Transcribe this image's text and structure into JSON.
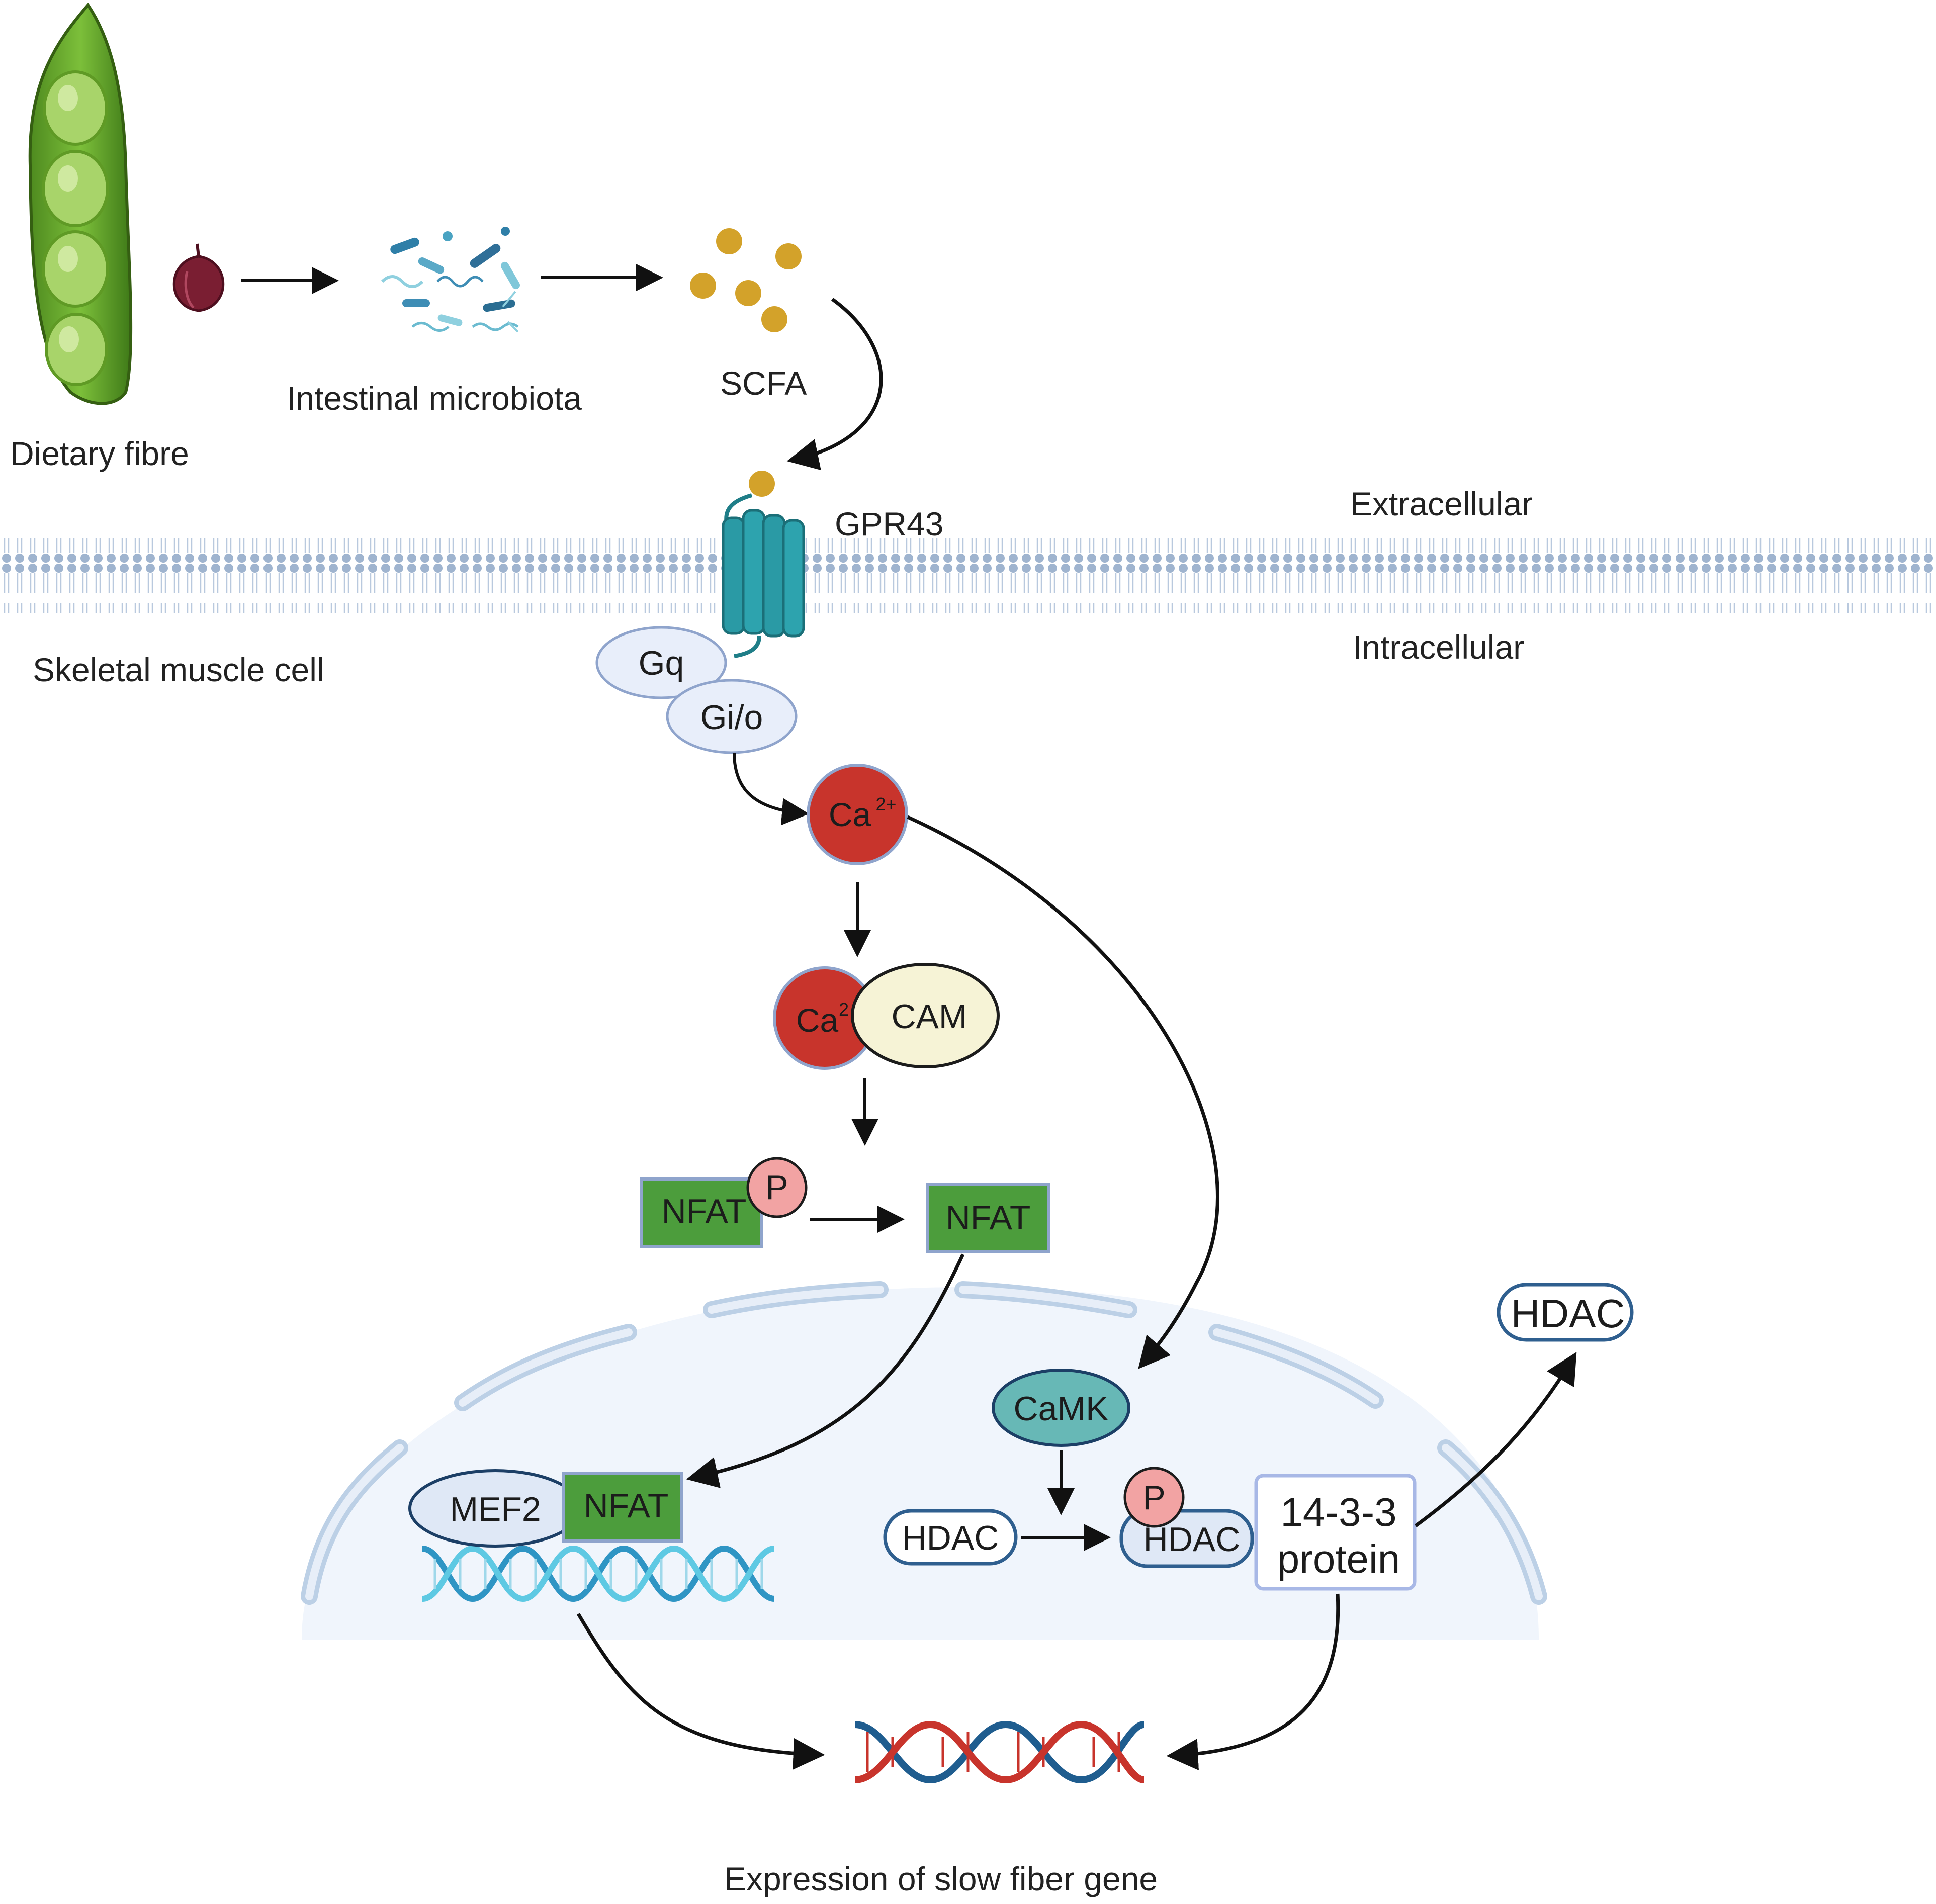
{
  "labels": {
    "dietary_fibre": "Dietary fibre",
    "intestinal_microbiota": "Intestinal microbiota",
    "scfa": "SCFA",
    "gpr43": "GPR43",
    "extracellular": "Extracellular",
    "intracellular": "Intracellular",
    "skeletal_muscle_cell": "Skeletal muscle cell",
    "expression": "Expression of slow fiber gene"
  },
  "nodes": {
    "gq": "Gq",
    "gio": "Gi/o",
    "ca_main": "Ca",
    "ca_main_sup": "2+",
    "ca_cam_ca": "Ca",
    "ca_cam_sup": "2",
    "cam": "CAM",
    "nfat_p": "NFAT",
    "p_nfat": "P",
    "nfat": "NFAT",
    "mef2": "MEF2",
    "nfat_nuc": "NFAT",
    "camk": "CaMK",
    "hdac_left": "HDAC",
    "p_hdac": "P",
    "hdac_mid": "HDAC",
    "protein_line1": "14-3-3",
    "protein_line2": "protein",
    "hdac_out": "HDAC"
  },
  "colors": {
    "membrane": "#9fb4cf",
    "receptor": "#2a9aa5",
    "scfa": "#d3a22a",
    "calcium": "#c8342c",
    "cam": "#f6f3d6",
    "nfat": "#4c9d3c",
    "phospho": "#f2a3a3",
    "g_protein": "#e8eefa",
    "camk": "#67b8b6",
    "hdac_border": "#2f5f8f",
    "nucleus": "#f0f5fc"
  }
}
